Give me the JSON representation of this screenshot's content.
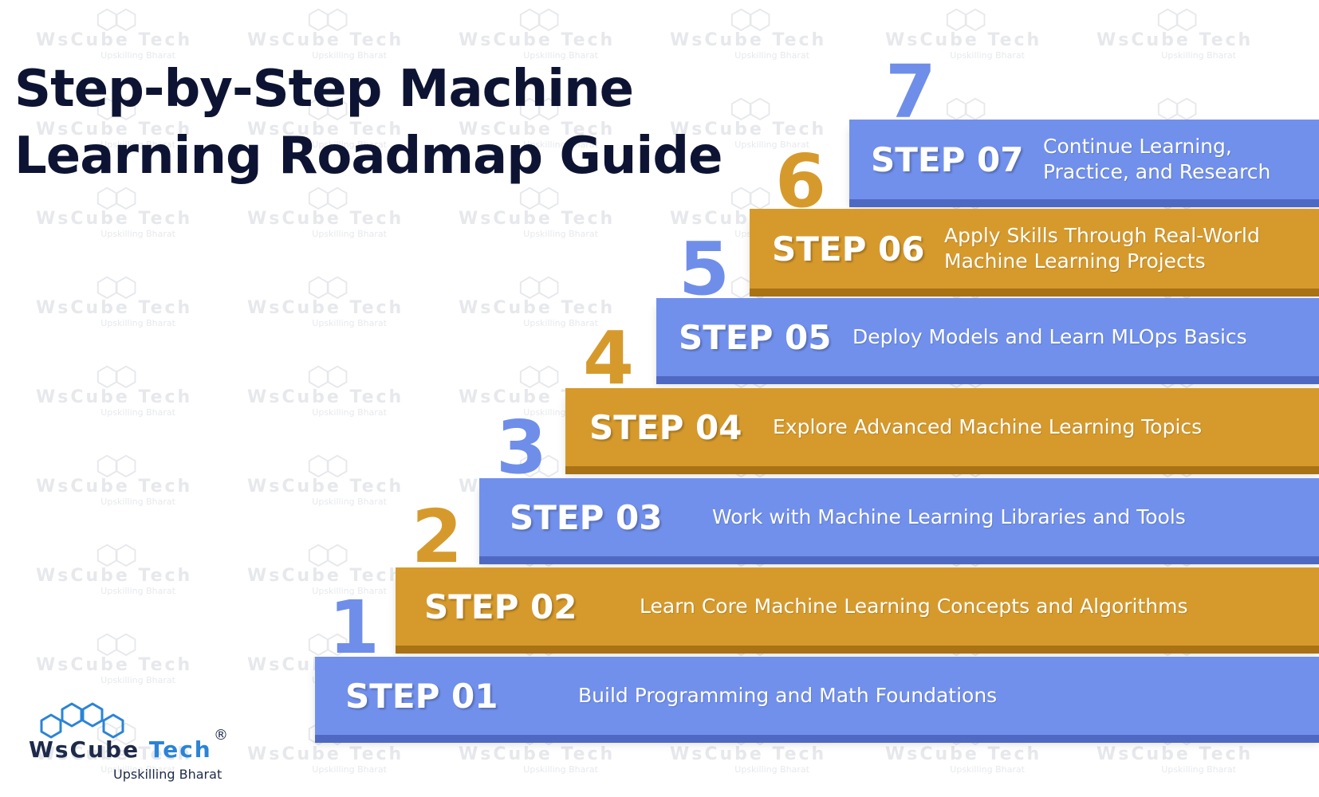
{
  "title": {
    "line1": "Step-by-Step Machine",
    "line2": "Learning Roadmap Guide"
  },
  "watermark": {
    "brand": "WsCube Tech",
    "tagline": "Upskilling Bharat"
  },
  "steps": [
    {
      "number": "1",
      "label": "STEP 01",
      "desc_lines": [
        "Build Programming and Math Foundations"
      ]
    },
    {
      "number": "2",
      "label": "STEP 02",
      "desc_lines": [
        "Learn Core Machine Learning Concepts and Algorithms"
      ]
    },
    {
      "number": "3",
      "label": "STEP 03",
      "desc_lines": [
        "Work with Machine Learning Libraries and Tools"
      ]
    },
    {
      "number": "4",
      "label": "STEP 04",
      "desc_lines": [
        "Explore Advanced Machine Learning Topics"
      ]
    },
    {
      "number": "5",
      "label": "STEP 05",
      "desc_lines": [
        "Deploy Models and Learn MLOps Basics"
      ]
    },
    {
      "number": "6",
      "label": "STEP 06",
      "desc_lines": [
        "Apply Skills Through Real-World",
        "Machine Learning Projects"
      ]
    },
    {
      "number": "7",
      "label": "STEP 07",
      "desc_lines": [
        "Continue Learning,",
        "Practice, and Research"
      ]
    }
  ],
  "logo": {
    "brand_part1": "WsCube",
    "brand_part2": "Tech",
    "registered": "®",
    "tagline": "Upskilling Bharat"
  },
  "colors": {
    "blue": "#7190ec",
    "gold": "#d69a2c",
    "title": "#0d1433",
    "brand_blue": "#2a84d6"
  }
}
